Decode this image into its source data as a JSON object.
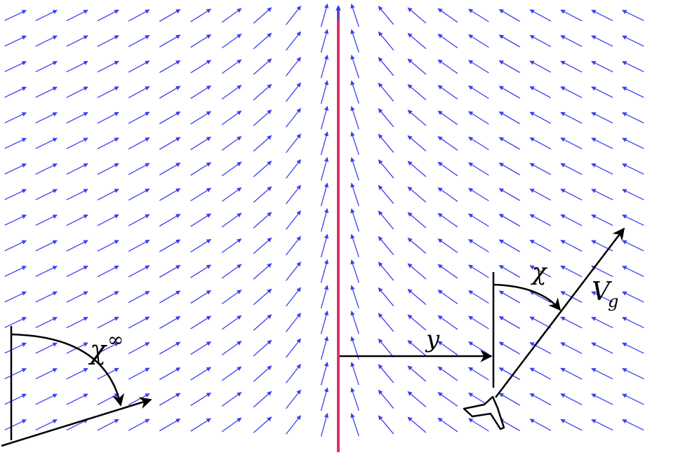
{
  "labels": {
    "chi_infinity": "χ",
    "chi_infinity_superscript": "∞",
    "chi": "χ",
    "ground_speed": "V",
    "ground_speed_subscript": "g",
    "cross_track_error": "y"
  },
  "colors": {
    "vector_field": "#3a3ff0",
    "path_line": "#e0306a",
    "annotation": "#000000"
  },
  "vector_field": {
    "chi_infinity_deg": 70,
    "direction_along_path": "up"
  },
  "icons": {
    "aircraft": "aircraft-icon"
  }
}
